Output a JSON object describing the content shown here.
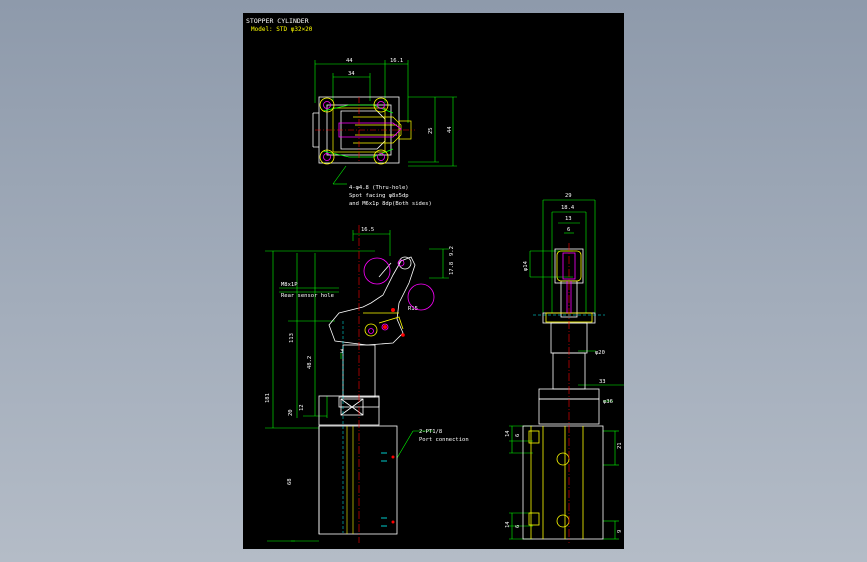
{
  "title": "STOPPER CYLINDER",
  "model": "Model: STD φ32×20",
  "colors": {
    "background": "#8e9aab",
    "sheet": "#000000",
    "dimension": "#00ff00",
    "outline": "#ffffff",
    "center_line": "#ff0000",
    "hidden": "#ffff00",
    "accent": "#ff00ff",
    "cyan": "#00ffff"
  },
  "top_view": {
    "dims": [
      "44",
      "34",
      "16.1",
      "25",
      "44"
    ],
    "note": [
      "4-φ4.8 (Thru-hole)",
      "Spot facing φ8x5dp",
      "and M6x1p 8dp(Both sides)"
    ]
  },
  "front_view": {
    "dims": [
      "16.5",
      "9.2",
      "17.8",
      "R15",
      "113",
      "48.2",
      "181",
      "20",
      "12",
      "3",
      "68"
    ],
    "callouts": [
      "M8x1P",
      "Rear sensor hole",
      "2-PT1/8",
      "Port connection"
    ]
  },
  "side_view": {
    "dims": [
      "29",
      "18.4",
      "13",
      "6",
      "φ14",
      "φ20",
      "33",
      "φ36",
      "14",
      "6",
      "21",
      "14",
      "6",
      "9"
    ]
  }
}
